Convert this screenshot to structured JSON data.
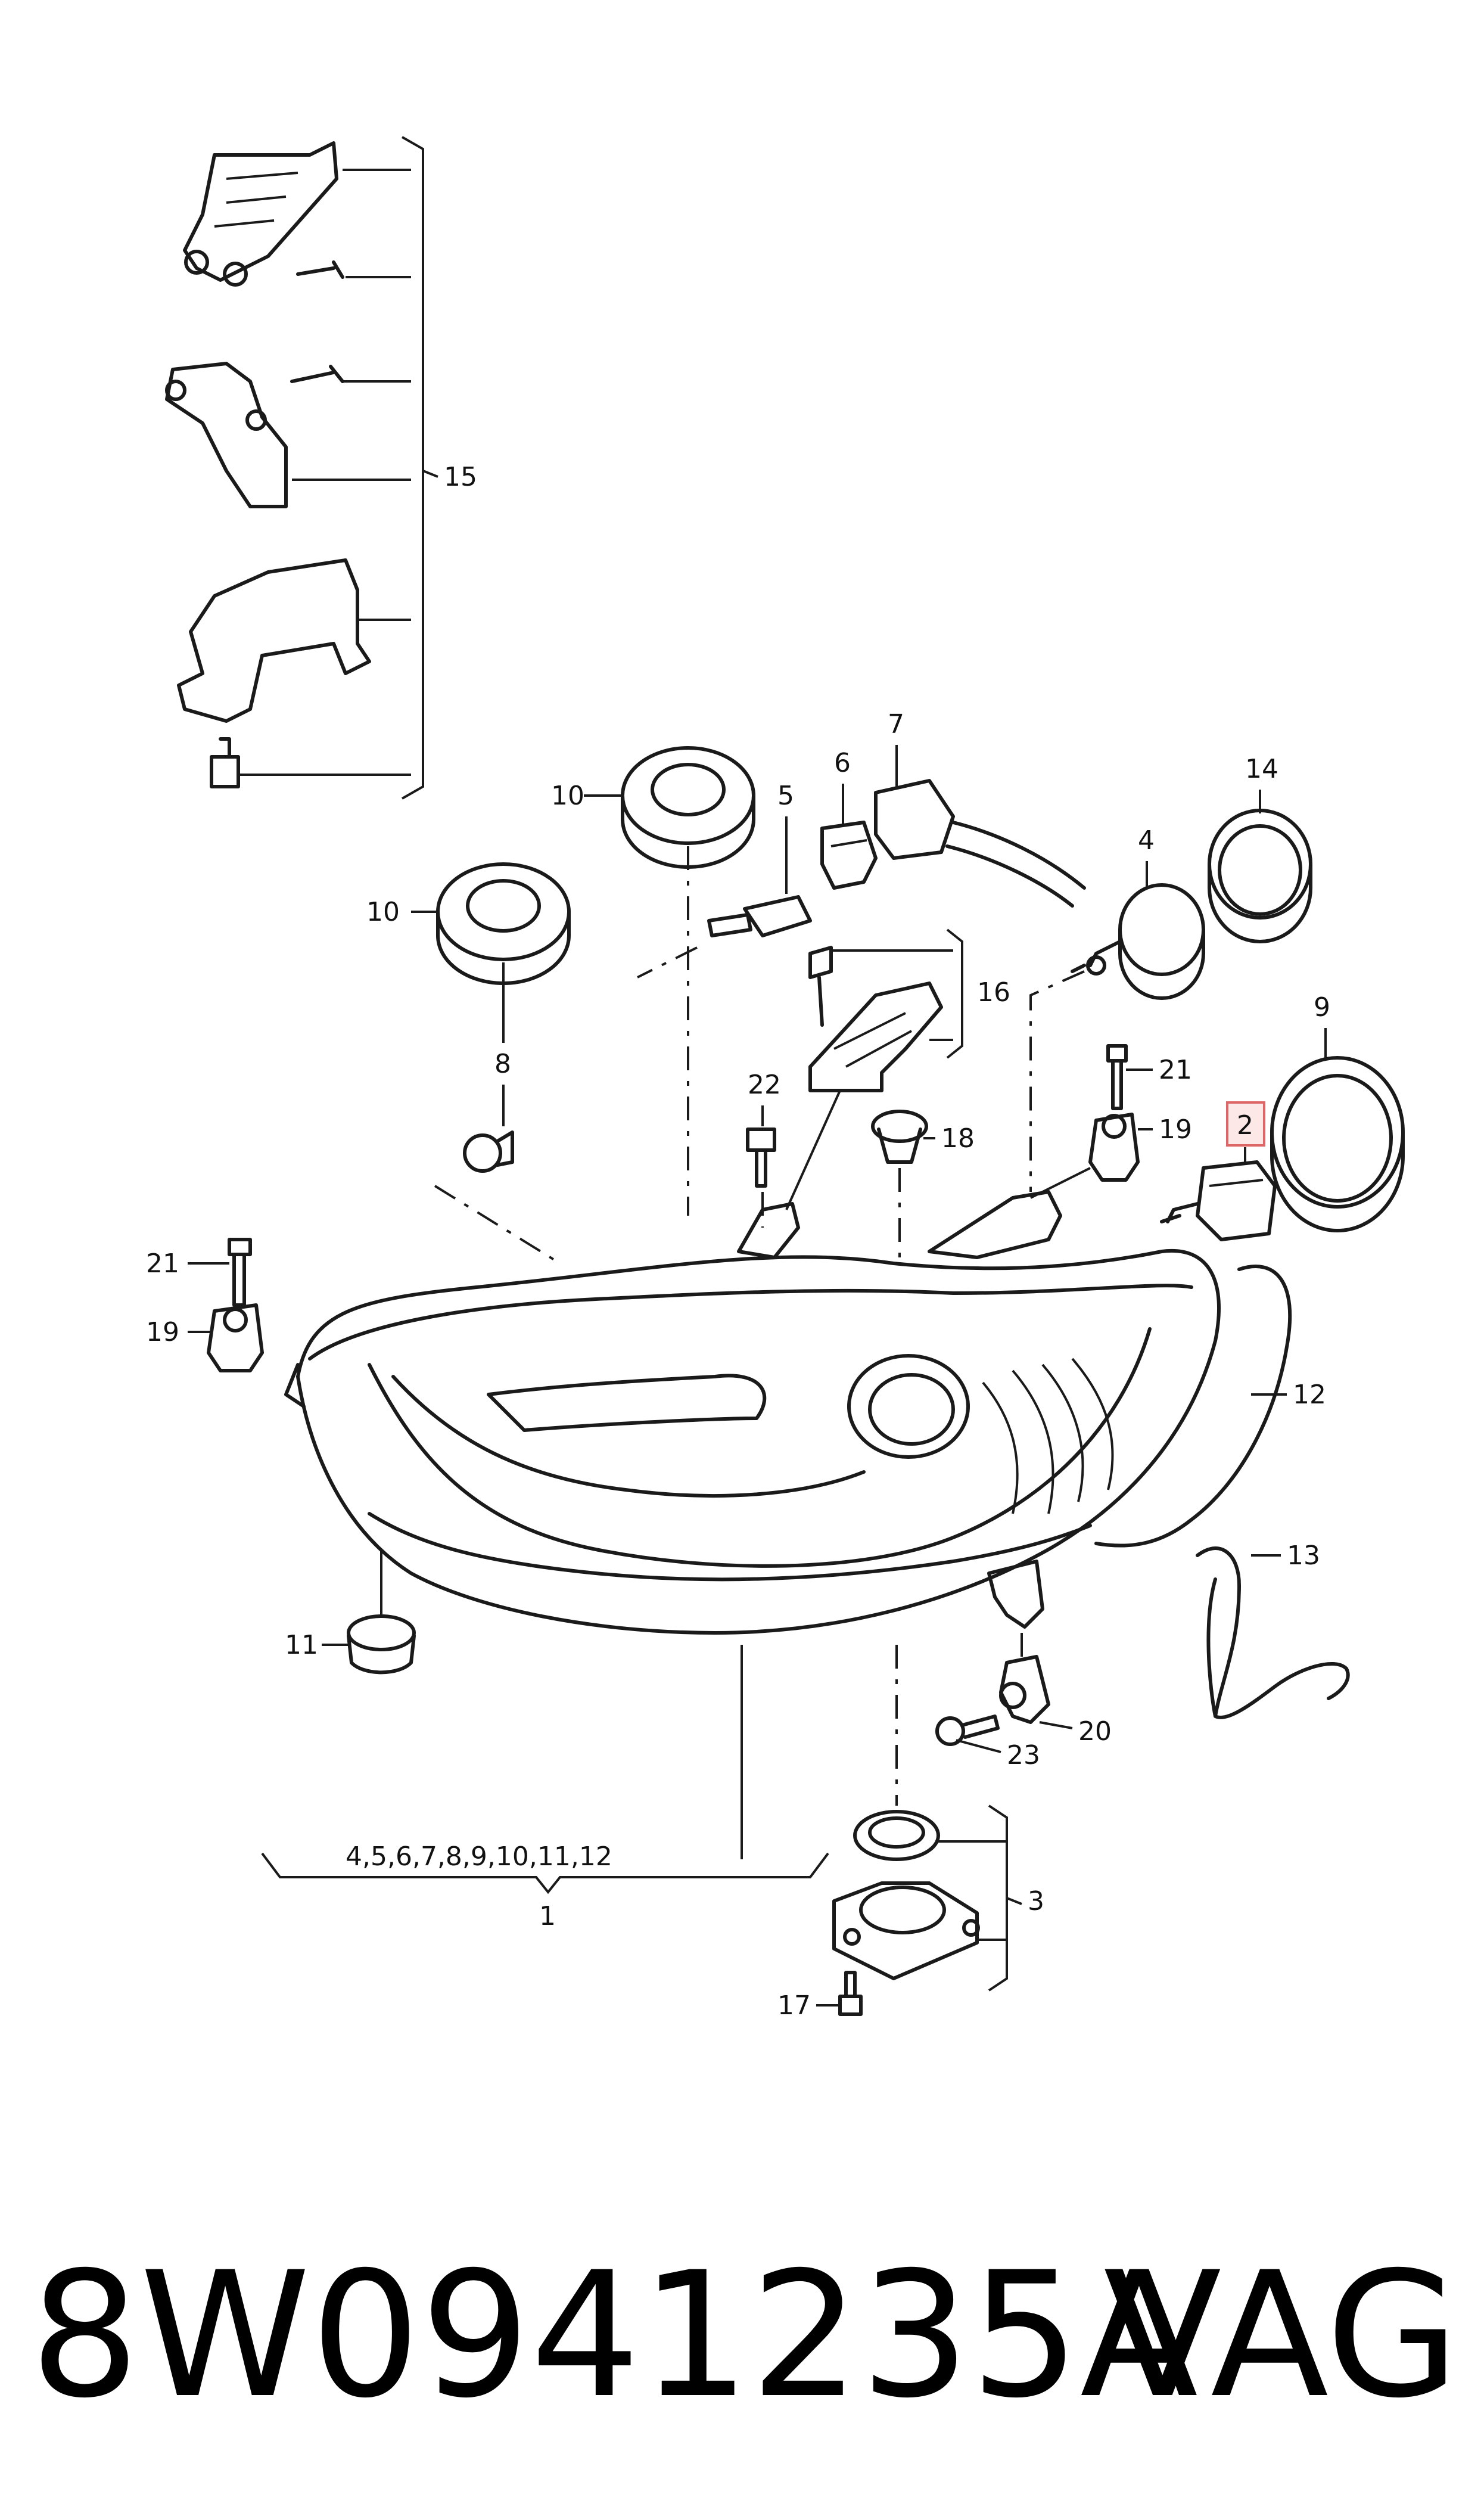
{
  "callouts": {
    "c1": "1",
    "c2": "2",
    "c3": "3",
    "c4": "4",
    "c5": "5",
    "c6": "6",
    "c7": "7",
    "c8": "8",
    "c9": "9",
    "c10a": "10",
    "c10b": "10",
    "c11": "11",
    "c12": "12",
    "c13": "13",
    "c14": "14",
    "c15": "15",
    "c16": "16",
    "c17": "17",
    "c18": "18",
    "c19a": "19",
    "c19b": "19",
    "c20": "20",
    "c21a": "21",
    "c21b": "21",
    "c22": "22",
    "c23": "23",
    "c_group": "4,5,6,7,8,9,10,11,12"
  },
  "footer": {
    "part_number": "8W0941235A",
    "brand": "VAG"
  }
}
